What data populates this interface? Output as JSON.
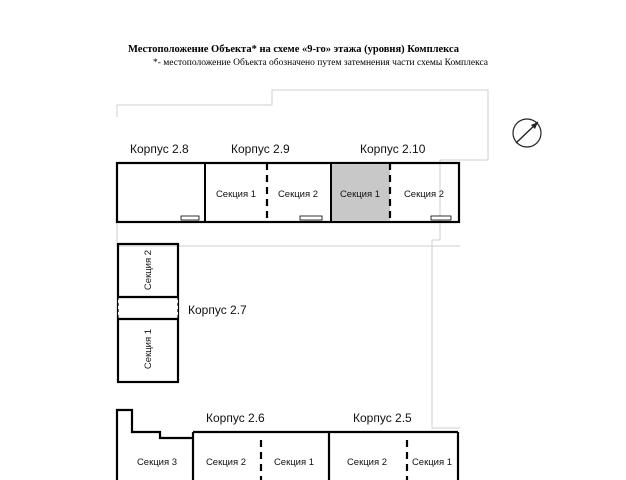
{
  "header": {
    "title": "Местоположение Объекта* на схеме «9-го» этажа (уровня) Комплекса",
    "note": "*- местоположение Объекта обозначено путем затемнения части схемы Комплекса"
  },
  "buildings": {
    "b28": {
      "name": "Корпус 2.8"
    },
    "b29": {
      "name": "Корпус 2.9",
      "sections": [
        "Секция 1",
        "Секция 2"
      ]
    },
    "b210": {
      "name": "Корпус 2.10",
      "sections": [
        "Секция 1",
        "Секция 2"
      ],
      "highlighted_section": "Секция 1"
    },
    "b27": {
      "name": "Корпус 2.7",
      "sections": [
        "Секция 2",
        "Секция 1"
      ]
    },
    "b26": {
      "name": "Корпус 2.6",
      "sections": [
        "Секция 3",
        "Секция 2",
        "Секция 1"
      ]
    },
    "b25": {
      "name": "Корпус 2.5",
      "sections": [
        "Секция 2",
        "Секция 1"
      ]
    }
  },
  "colors": {
    "highlight": "#c8c8c8",
    "outline": "#000000",
    "faint": "#cfcfcf"
  },
  "icons": {
    "compass": "north-arrow-icon"
  }
}
